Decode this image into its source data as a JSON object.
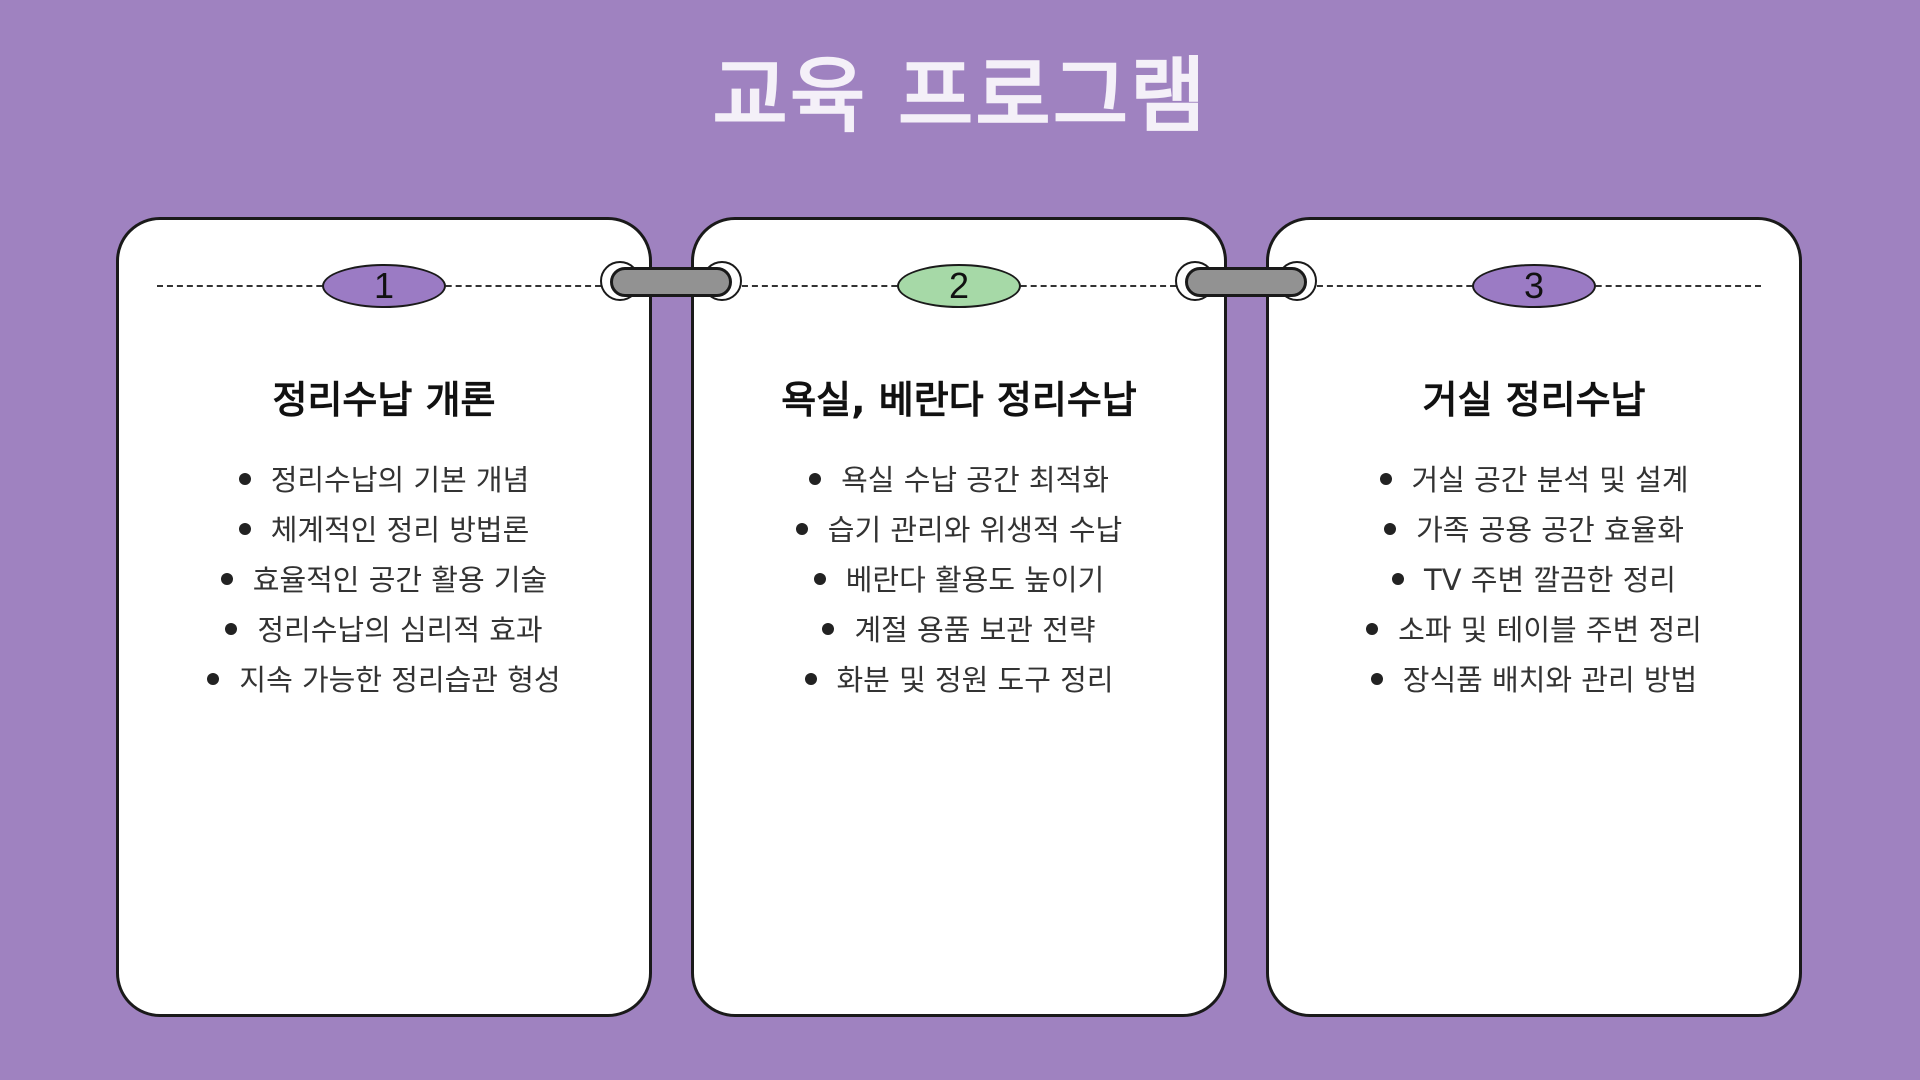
{
  "page": {
    "title": "교육 프로그램",
    "background_color": "#9f82c0"
  },
  "cards": [
    {
      "number": "1",
      "badge_color": "#9b7bc4",
      "title": "정리수납 개론",
      "items": [
        "정리수납의 기본 개념",
        "체계적인 정리 방법론",
        "효율적인 공간 활용 기술",
        "정리수납의 심리적 효과",
        "지속 가능한 정리습관 형성"
      ]
    },
    {
      "number": "2",
      "badge_color": "#a6d9a7",
      "title": "욕실, 베란다 정리수납",
      "items": [
        "욕실 수납 공간 최적화",
        "습기 관리와 위생적 수납",
        "베란다 활용도 높이기",
        "계절 용품 보관 전략",
        "화분 및 정원 도구 정리"
      ]
    },
    {
      "number": "3",
      "badge_color": "#9b7bc4",
      "title": "거실 정리수납",
      "items": [
        "거실 공간 분석 및 설계",
        "가족 공용 공간 효율화",
        "TV 주변 깔끔한 정리",
        "소파 및 테이블 주변 정리",
        "장식품 배치와 관리 방법"
      ]
    }
  ]
}
